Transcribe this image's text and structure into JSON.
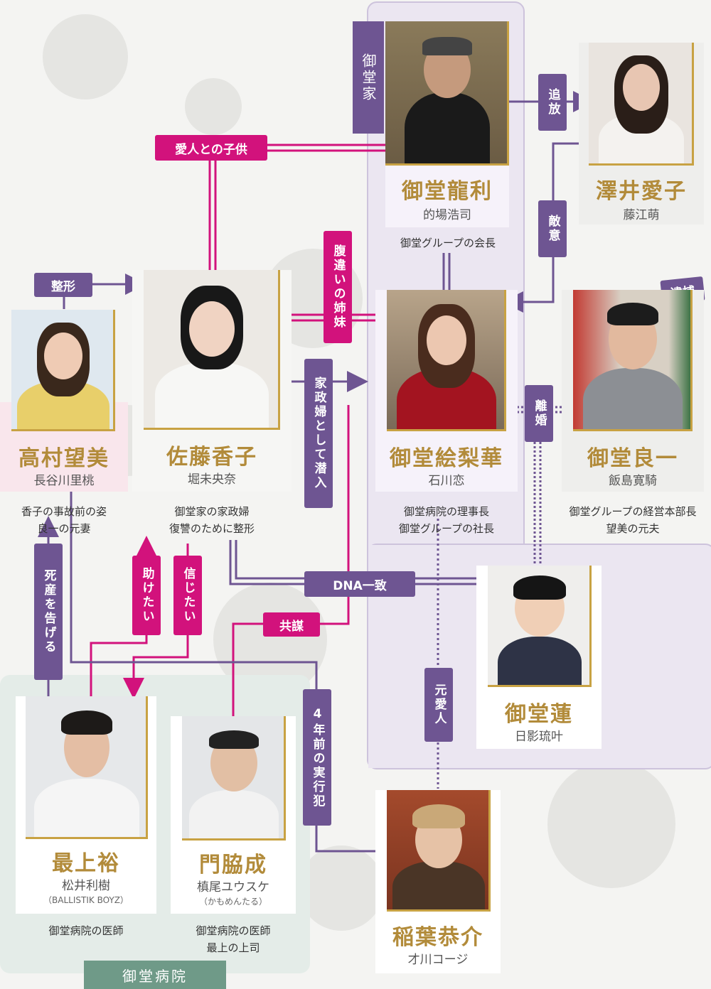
{
  "zones": {
    "hospital_label": "御堂病院",
    "family_label": "御堂家"
  },
  "characters": {
    "ryuri": {
      "name": "御堂龍利",
      "actor": "的場浩司",
      "desc": "御堂グループの会長"
    },
    "aiko": {
      "name": "澤井愛子",
      "actor": "藤江萌"
    },
    "erika": {
      "name": "御堂絵梨華",
      "actor": "石川恋",
      "desc1": "御堂病院の理事長",
      "desc2": "御堂グループの社長"
    },
    "ryoichi": {
      "name": "御堂良一",
      "actor": "飯島寛騎",
      "desc1": "御堂グループの経営本部長",
      "desc2": "望美の元夫",
      "badge": "逮捕"
    },
    "kyoko": {
      "name": "佐藤香子",
      "actor": "堀未央奈",
      "desc1": "御堂家の家政婦",
      "desc2": "復讐のために整形"
    },
    "nozomi": {
      "name": "高村望美",
      "actor": "長谷川里桃",
      "desc1": "香子の事故前の姿",
      "desc2": "良一の元妻"
    },
    "ren": {
      "name": "御堂蓮",
      "actor": "日影琉叶"
    },
    "mogami": {
      "name": "最上裕",
      "actor": "松井利樹",
      "sub": "（BALLISTIK BOYZ）",
      "desc": "御堂病院の医師"
    },
    "monwaki": {
      "name": "門脇成",
      "actor": "槙尾ユウスケ",
      "sub": "（かもめんたる）",
      "desc1": "御堂病院の医師",
      "desc2": "最上の上司"
    },
    "inaba": {
      "name": "稲葉恭介",
      "actor": "才川コージ"
    }
  },
  "relations": {
    "aijin": "愛人との子供",
    "seikei": "整形",
    "harachigai": "腹違いの姉妹",
    "kaseifu": "家政婦として潜入",
    "tsuiho": "追放",
    "teki": "敵意",
    "rikon": "離婚",
    "dna": "DNA一致",
    "kyobo": "共謀",
    "shizan": "死産を告げる",
    "tasuke": "助けたい",
    "shinji": "信じたい",
    "motoaijin": "元愛人",
    "hannin": "4年前の実行犯"
  },
  "colors": {
    "pink": "#d2127c",
    "purple": "#6e5592",
    "gold": "#b28b3a"
  }
}
